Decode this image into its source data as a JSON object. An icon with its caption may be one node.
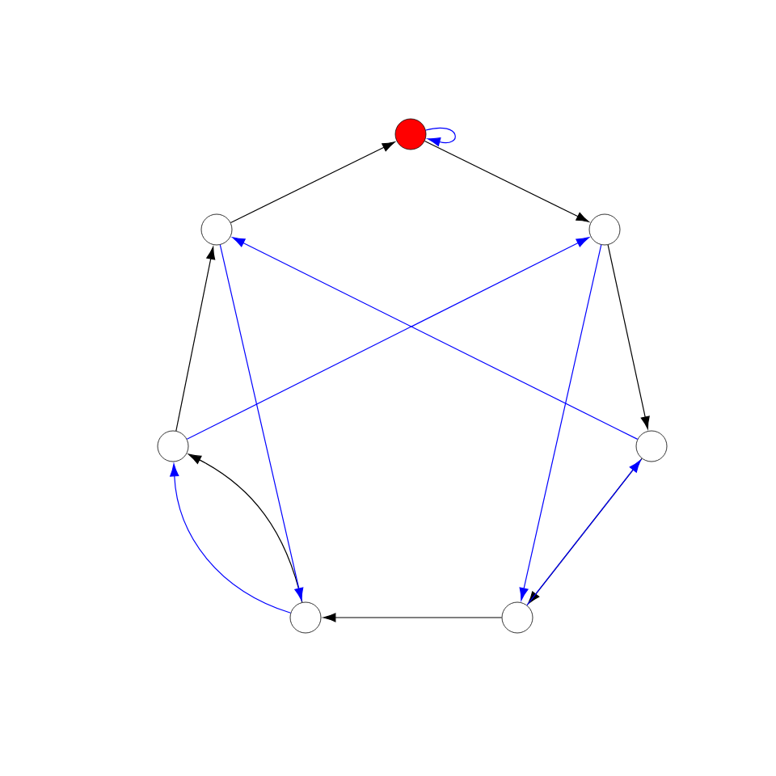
{
  "diagram": {
    "nodes": [
      {
        "text": [],
        "shape": "circle"
      },
      {
        "text": [],
        "shape": "circle"
      },
      {
        "text": [],
        "shape": "circle"
      },
      {
        "text": [],
        "shape": "circle"
      },
      {
        "text": [],
        "shape": "circle"
      },
      {
        "text": [],
        "shape": "circle"
      },
      {
        "text": [],
        "shape": "circle"
      }
    ],
    "edges": [
      {
        "from": 0,
        "to": 2,
        "arrow": "to"
      },
      {
        "from": 2,
        "to": 4,
        "arrow": "to"
      },
      {
        "from": 4,
        "to": 6,
        "arrow": "to"
      },
      {
        "from": 6,
        "to": 5,
        "arrow": "to"
      },
      {
        "from": 5,
        "to": 3,
        "arrow": "to"
      },
      {
        "from": 3,
        "to": 1,
        "arrow": "to"
      },
      {
        "from": 1,
        "to": 0,
        "arrow": "to"
      },
      {
        "from": 0,
        "to": 0,
        "arrow": "to",
        "color": "#0000ff"
      },
      {
        "from": 1,
        "to": 5,
        "arrow": "to",
        "color": "#0000ff"
      },
      {
        "from": 4,
        "to": 1,
        "arrow": "to",
        "color": "#0000ff"
      },
      {
        "from": 3,
        "to": 2,
        "arrow": "to",
        "color": "#0000ff"
      },
      {
        "from": 2,
        "to": 6,
        "arrow": "to",
        "color": "#0000ff"
      },
      {
        "from": 6,
        "to": 4,
        "arrow": "to",
        "color": "#0000ff"
      },
      {
        "from": 5,
        "to": 3,
        "arrow": "to",
        "color": "#0000ff"
      }
    ]
  }
}
